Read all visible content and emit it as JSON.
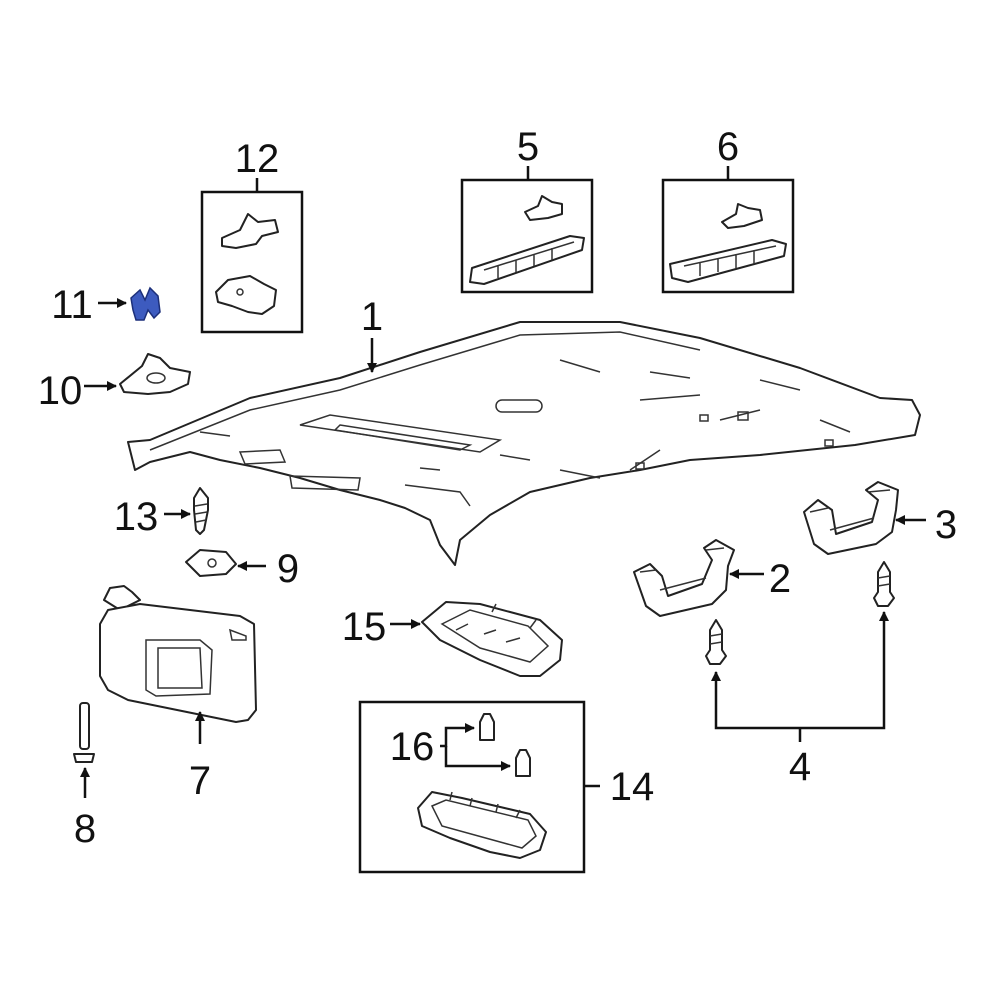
{
  "colors": {
    "highlight": "#3d5bbf",
    "line": "#111111",
    "background": "#ffffff"
  },
  "callouts": [
    {
      "id": "1",
      "text": "1"
    },
    {
      "id": "2",
      "text": "2"
    },
    {
      "id": "3",
      "text": "3"
    },
    {
      "id": "4",
      "text": "4"
    },
    {
      "id": "5",
      "text": "5"
    },
    {
      "id": "6",
      "text": "6"
    },
    {
      "id": "7",
      "text": "7"
    },
    {
      "id": "8",
      "text": "8"
    },
    {
      "id": "9",
      "text": "9"
    },
    {
      "id": "10",
      "text": "10"
    },
    {
      "id": "11",
      "text": "11"
    },
    {
      "id": "12",
      "text": "12"
    },
    {
      "id": "13",
      "text": "13"
    },
    {
      "id": "14",
      "text": "14"
    },
    {
      "id": "15",
      "text": "15"
    },
    {
      "id": "16",
      "text": "16"
    }
  ]
}
